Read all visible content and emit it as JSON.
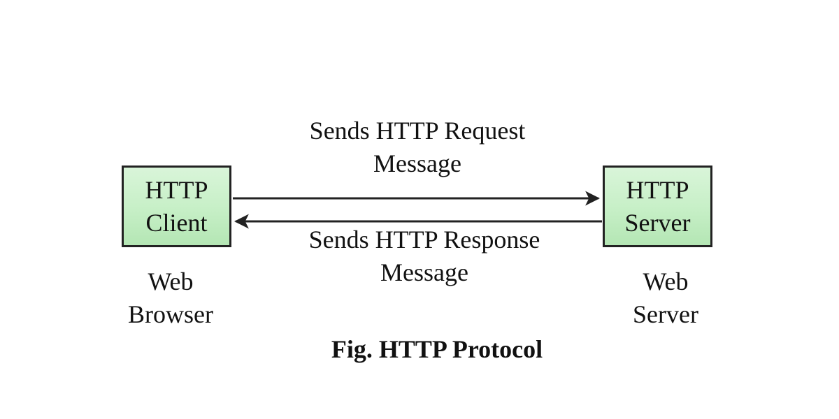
{
  "diagram": {
    "client_box": {
      "line1": "HTTP",
      "line2": "Client"
    },
    "server_box": {
      "line1": "HTTP",
      "line2": "Server"
    },
    "request_label": {
      "line1": "Sends HTTP Request",
      "line2": "Message"
    },
    "response_label": {
      "line1": "Sends HTTP Response",
      "line2": "Message"
    },
    "client_caption": {
      "line1": "Web",
      "line2": "Browser"
    },
    "server_caption": {
      "line1": "Web",
      "line2": "Server"
    },
    "figure_caption": "Fig. HTTP Protocol"
  },
  "colors": {
    "box_fill_top": "#d9f5d9",
    "box_fill_bottom": "#b4e6b4",
    "stroke": "#222222"
  }
}
